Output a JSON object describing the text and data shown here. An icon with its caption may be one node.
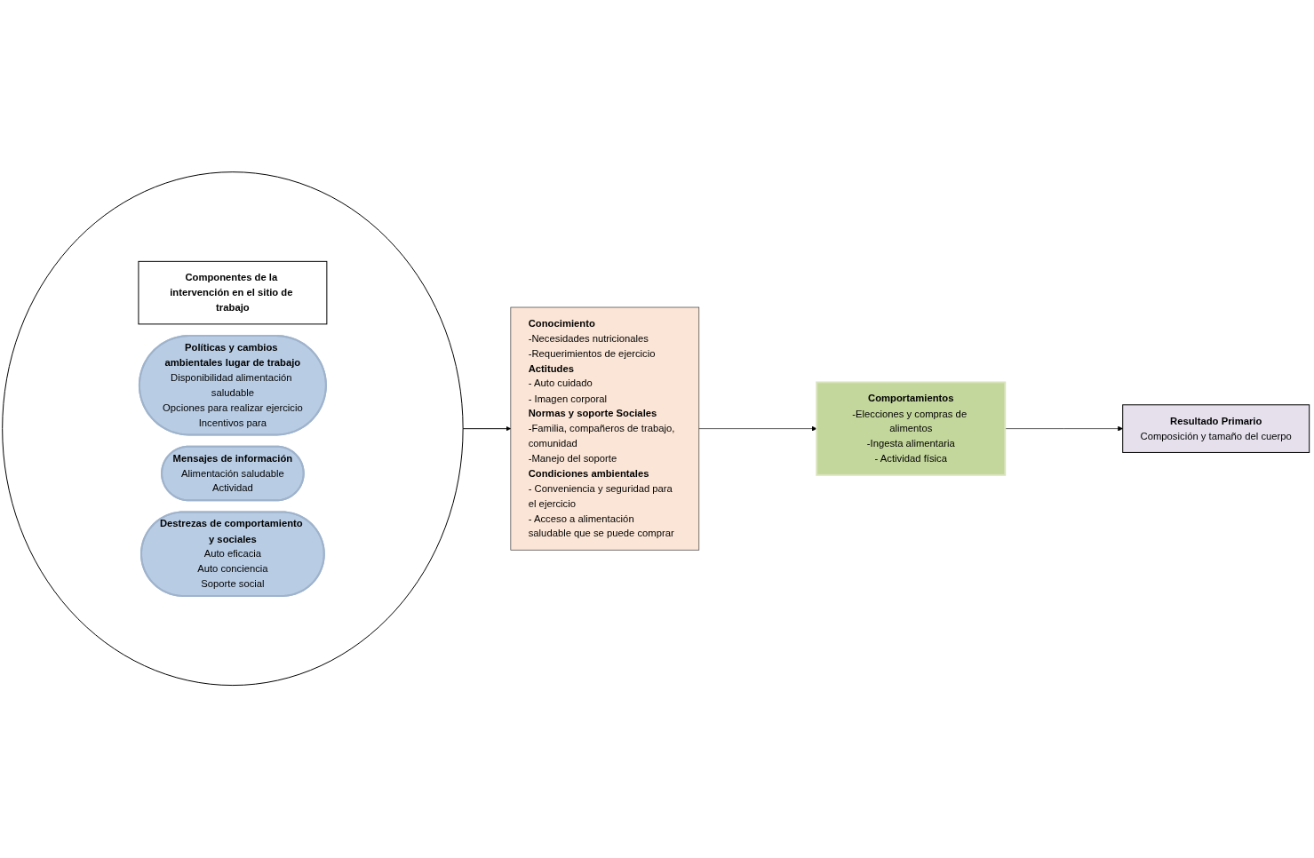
{
  "diagram": {
    "nodes": [
      {
        "text": [],
        "shape": "circle"
      },
      {
        "text": [
          "Componentes de la intervención en el sitio de trabajo"
        ],
        "in": 0
      },
      {
        "text": [
          "Políticas y cambios ambientales lugar de trabajo",
          "Disponibilidad alimentación saludable",
          "Opciones para realizar ejercicio",
          "Incentivos para"
        ],
        "in": 0
      },
      {
        "text": [
          "Mensajes de información",
          "Alimentación saludable",
          "Actividad"
        ],
        "in": 0
      },
      {
        "text": [
          "Destrezas de comportamiento y sociales",
          "Auto eficacia",
          "Auto conciencia",
          "Soporte social"
        ],
        "in": 0
      },
      {
        "text": [
          "Conocimiento",
          "-Necesidades nutricionales",
          "-Requerimientos de ejercicio",
          "Actitudes",
          "- Auto cuidado",
          "- Imagen corporal",
          "Normas y soporte Sociales",
          "-Familia, compañeros de trabajo, comunidad",
          "-Manejo del soporte",
          "Condiciones ambientales",
          "- Conveniencia y seguridad para el ejercicio",
          "- Acceso a alimentación saludable que se puede comprar"
        ]
      },
      {
        "text": [
          "Comportamientos",
          "-Elecciones y compras de alimentos",
          "-Ingesta alimentaria",
          "- Actividad física"
        ]
      },
      {
        "text": [
          "Resultado Primario",
          "Composición y tamaño del cuerpo"
        ]
      }
    ],
    "edges": [
      {
        "from": 0,
        "to": 5,
        "arrow": "to"
      },
      {
        "from": 5,
        "to": 6,
        "arrow": "to"
      },
      {
        "from": 6,
        "to": 7,
        "arrow": "to"
      }
    ]
  }
}
